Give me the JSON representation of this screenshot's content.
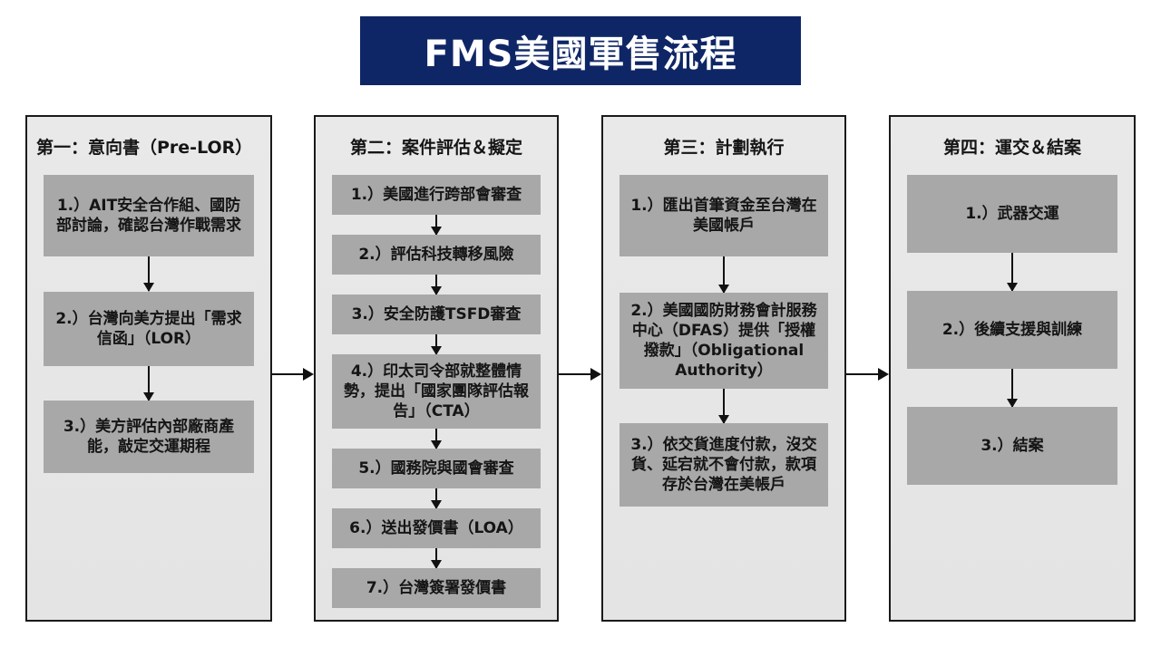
{
  "title": "FMS美國軍售流程",
  "colors": {
    "banner": "#0f2666",
    "panel": "#e6e6e6",
    "step_box": "#a8a8a8",
    "border": "#1a1a1a"
  },
  "stages": [
    {
      "heading": "第一：意向書（Pre-LOR）",
      "steps": [
        "1.）AIT安全合作組、國防部討論，確認台灣作戰需求",
        "2.）台灣向美方提出「需求信函」（LOR）",
        "3.）美方評估內部廠商產能，敲定交運期程"
      ]
    },
    {
      "heading": "第二：案件評估＆擬定",
      "steps": [
        "1.）美國進行跨部會審查",
        "2.）評估科技轉移風險",
        "3.）安全防護TSFD審查",
        "4.）印太司令部就整體情勢，提出「國家團隊評估報告」（CTA）",
        "5.）國務院與國會審查",
        "6.）送出發價書（LOA）",
        "7.）台灣簽署發價書"
      ]
    },
    {
      "heading": "第三：計劃執行",
      "steps": [
        "1.）匯出首筆資金至台灣在美國帳戶",
        "2.）美國國防財務會計服務中心（DFAS）提供「授權撥款」（Obligational Authority）",
        "3.）依交貨進度付款，沒交貨、延宕就不會付款，款項存於台灣在美帳戶"
      ]
    },
    {
      "heading": "第四：運交＆結案",
      "steps": [
        "1.）武器交運",
        "2.）後續支援與訓練",
        "3.）結案"
      ]
    }
  ]
}
